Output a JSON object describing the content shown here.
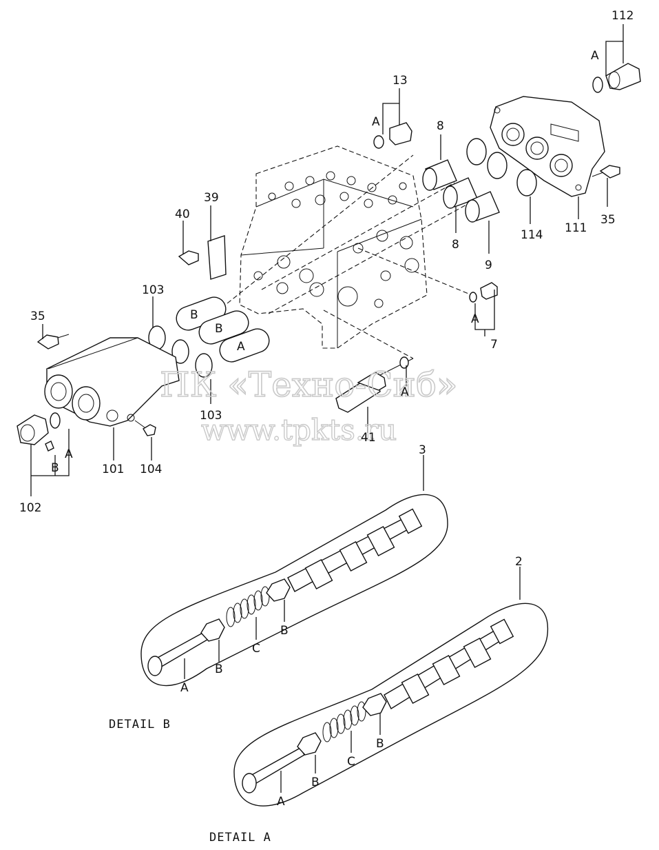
{
  "labels": {
    "l112": "112",
    "l13": "13",
    "l8a": "8",
    "l8b": "8",
    "l9": "9",
    "l39": "39",
    "l40": "40",
    "l114": "114",
    "l111": "111",
    "l35a": "35",
    "l35b": "35",
    "l7": "7",
    "l103a": "103",
    "l103b": "103",
    "l41": "41",
    "l101": "101",
    "l104": "104",
    "l102": "102",
    "l3": "3",
    "l2": "2",
    "A": "A",
    "B": "B",
    "C": "C"
  },
  "details": {
    "b": "DETAIL B",
    "a": "DETAIL A"
  },
  "watermark": {
    "line1": "ПК «Техно-Сиб»",
    "line2": "www.tpkts.ru"
  }
}
